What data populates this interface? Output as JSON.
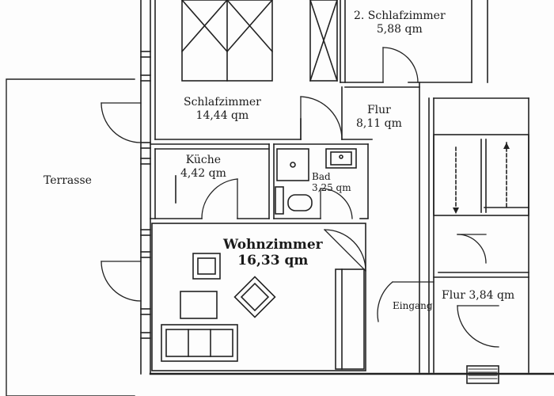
{
  "rooms": {
    "schlafzimmer_2": {
      "name": "2. Schlafzimmer",
      "area": "5,88 qm"
    },
    "schlafzimmer": {
      "name": "Schlafzimmer",
      "area": "14,44 qm"
    },
    "flur_1": {
      "name": "Flur",
      "area": "8,11 qm"
    },
    "kueche": {
      "name": "Küche",
      "area": "4,42 qm"
    },
    "bad": {
      "name": "Bad",
      "area": "3,25 qm"
    },
    "terrasse": {
      "name": "Terrasse"
    },
    "wohnzimmer": {
      "name": "Wohnzimmer",
      "area": "16,33 qm"
    },
    "eingang": {
      "name": "Eingang"
    },
    "flur_2": {
      "name": "Flur 3,84 qm"
    }
  }
}
